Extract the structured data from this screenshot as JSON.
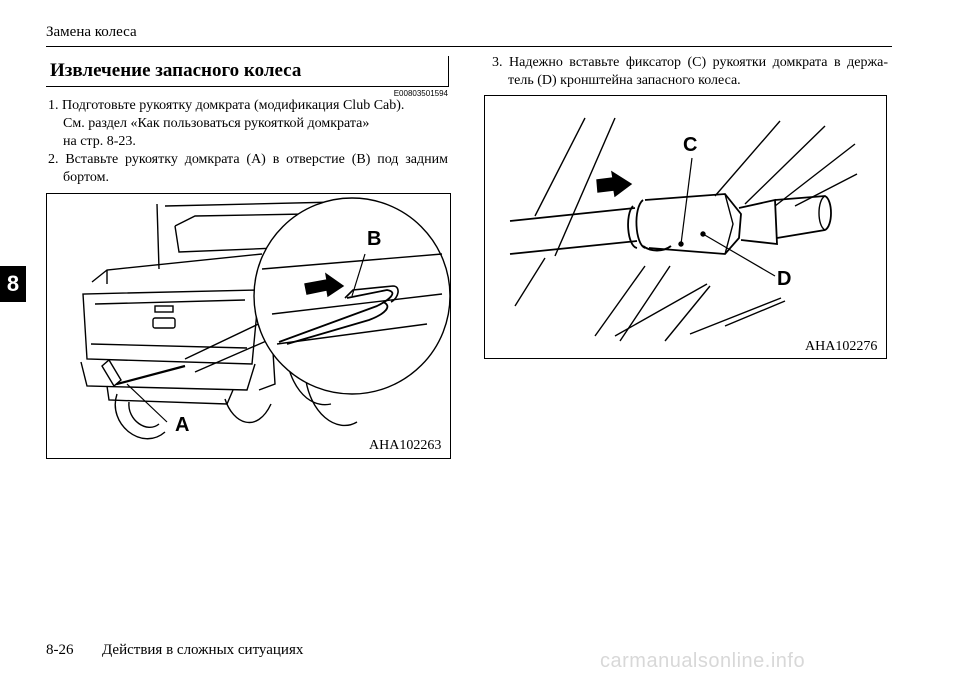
{
  "header": {
    "title": "Замена колеса"
  },
  "chapter_tab": "8",
  "section": {
    "title": "Извлечение запасного колеса",
    "code": "E00803501594"
  },
  "steps": {
    "s1": {
      "line1": "1. Подготовьте рукоятку домкрата (модификация Club Cab).",
      "line2": "См. раздел «Как пользоваться рукояткой домкрата»",
      "line3": "на стр. 8-23."
    },
    "s2": {
      "line1": "2. Вставьте рукоятку домкрата (A) в отверстие (B) под задним",
      "line2": "бортом."
    },
    "s3": {
      "line1": "3. Надежно вставьте фиксатор (C) рукоятки домкрата в держа-",
      "line2": "тель (D) кронштейна запасного колеса."
    }
  },
  "figures": {
    "fig1": {
      "code": "AHA102263",
      "callout_a": "A",
      "callout_b": "B"
    },
    "fig2": {
      "code": "AHA102276",
      "callout_c": "C",
      "callout_d": "D"
    }
  },
  "footer": {
    "page": "8-26",
    "text": "Действия в сложных ситуациях"
  },
  "watermark": "carmanualsonline.info"
}
